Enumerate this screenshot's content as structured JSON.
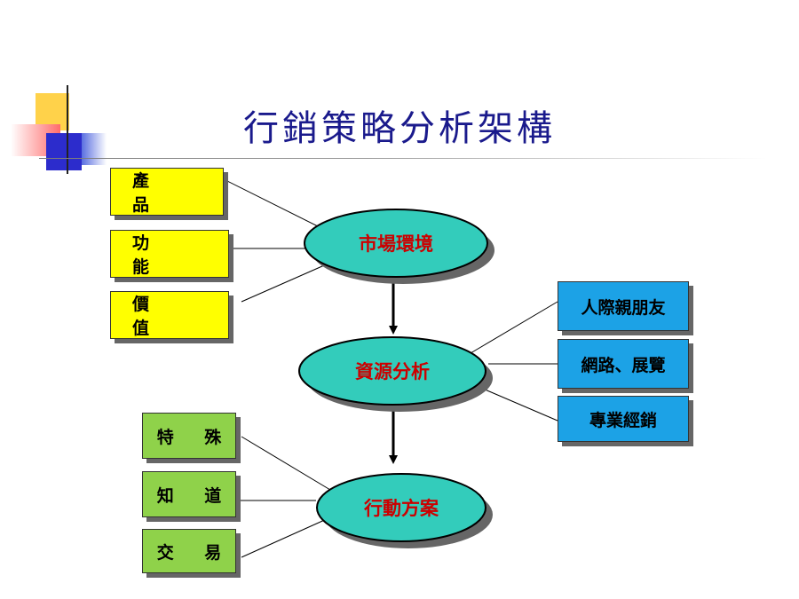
{
  "title": "行銷策略分析架構",
  "nodes": {
    "market": "市場環境",
    "resource": "資源分析",
    "action": "行動方案"
  },
  "market_factors": [
    "產　品",
    "功　能",
    "價　值"
  ],
  "resource_factors": [
    "人際親朋友",
    "網路、展覽",
    "專業經銷"
  ],
  "action_factors": [
    "特 殊",
    "知 道",
    "交 易"
  ],
  "colors": {
    "title": "#1a1a8c",
    "ellipse_fill": "#33ccbb",
    "ellipse_text": "#cc0000",
    "yellow_box": "#ffff00",
    "green_box": "#8fd24a",
    "blue_box": "#1ca2e6"
  }
}
